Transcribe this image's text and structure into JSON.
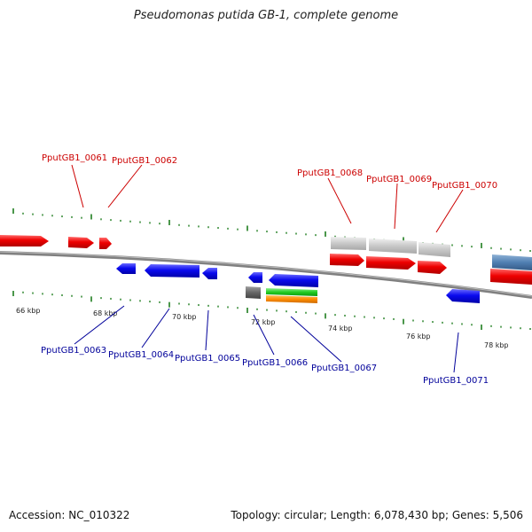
{
  "title": "Pseudomonas putida GB-1, complete genome",
  "footer": {
    "accession": "Accession: NC_010322",
    "summary": "Topology: circular; Length: 6,078,430 bp; Genes: 5,506"
  },
  "colors": {
    "forward_label": "#cc0000",
    "reverse_label": "#00009a",
    "forward_gene": "#ee0000",
    "reverse_gene": "#0000ee",
    "backbone": "#777777",
    "ticks": "#1e7d1e"
  },
  "scale_labels": [
    "66 kbp",
    "68 kbp",
    "70 kbp",
    "72 kbp",
    "74 kbp",
    "76 kbp",
    "78 kbp"
  ],
  "forward_genes": [
    "PputGB1_0061",
    "PputGB1_0062",
    "PputGB1_0068",
    "PputGB1_0069",
    "PputGB1_0070"
  ],
  "reverse_genes": [
    "PputGB1_0063",
    "PputGB1_0064",
    "PputGB1_0065",
    "PputGB1_0066",
    "PputGB1_0067",
    "PputGB1_0071"
  ]
}
